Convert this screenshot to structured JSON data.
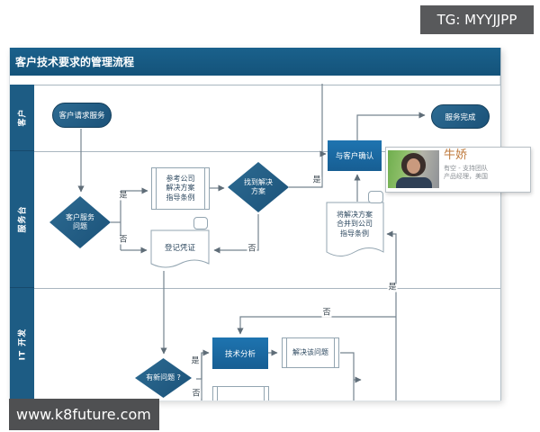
{
  "watermarks": {
    "top_right": "TG: MYYJJPP",
    "bottom_left": "www.k8future.com"
  },
  "diagram": {
    "title": "客户技术要求的管理流程",
    "lanes": [
      {
        "label": "客户"
      },
      {
        "label": "服务台"
      },
      {
        "label": "IT 开发"
      }
    ],
    "nodes": {
      "start": "客户请求服务",
      "end": "服务完成",
      "confirm": "与客户确认",
      "problem_decision": "客户服务问题",
      "reference": "参考公司解决方案指导条例",
      "found_decision": "找到解决方案",
      "register": "登记凭证",
      "merge": "将解决方案合并到公司指导条例",
      "new_problem_decision": "有新问题 ?",
      "analysis": "技术分析",
      "solve": "解决该问题"
    },
    "edge_labels": {
      "yes": "是",
      "no": "否"
    },
    "colors": {
      "shape_dark": "#1d5b81",
      "shape_accent": "#1a6aa4",
      "lane_bar": "#1d5c84",
      "connector": "#76848f"
    }
  },
  "contact_card": {
    "name": "牛娇",
    "status": "有空 - 支持团队",
    "title": "产品经理，美国",
    "icons": {
      "actions": [
        "im-icon",
        "call-icon",
        "video-icon",
        "email-icon"
      ],
      "more": "chevron-down-icon"
    }
  }
}
